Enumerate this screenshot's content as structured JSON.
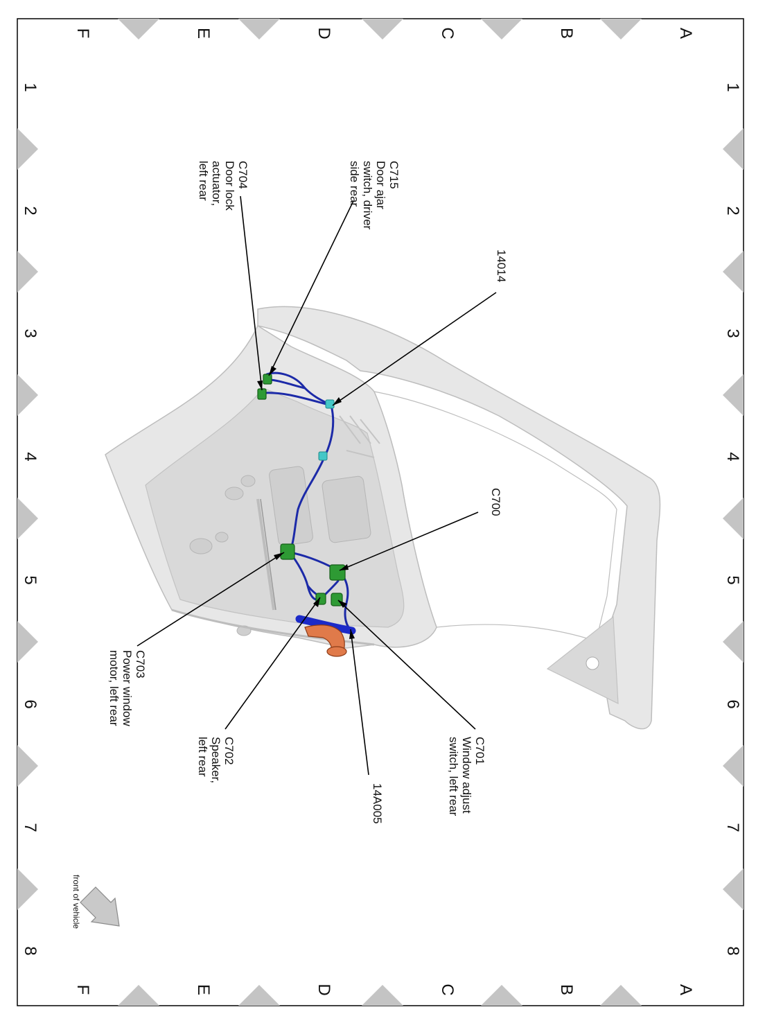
{
  "grid": {
    "letters": [
      "A",
      "B",
      "C",
      "D",
      "E",
      "F"
    ],
    "numbers": [
      "1",
      "2",
      "3",
      "4",
      "5",
      "6",
      "7",
      "8"
    ]
  },
  "callouts": {
    "c715": [
      "C715",
      "Door ajar",
      "switch, driver",
      "side rear"
    ],
    "c704": [
      "C704",
      "Door lock",
      "actuator,",
      "left rear"
    ],
    "p14014": [
      "14014"
    ],
    "c700": [
      "C700"
    ],
    "c703": [
      "C703",
      "Power window",
      "motor, left rear"
    ],
    "c702": [
      "C702",
      "Speaker,",
      "left rear"
    ],
    "p14a005": [
      "14A005"
    ],
    "c701": [
      "C701",
      "Window adjust",
      "switch, left rear"
    ]
  },
  "orientation_label": "front of vehicle",
  "colors": {
    "harness": "#1c2aa8",
    "connector": "#2e9a34",
    "clip": "#44c7c7",
    "grommet": "#e07a4a",
    "door_panel": "#e7e7e7",
    "grid_triangle": "#c4c4c4"
  },
  "icons": {
    "front_arrow": "front-of-vehicle-arrow-icon"
  }
}
